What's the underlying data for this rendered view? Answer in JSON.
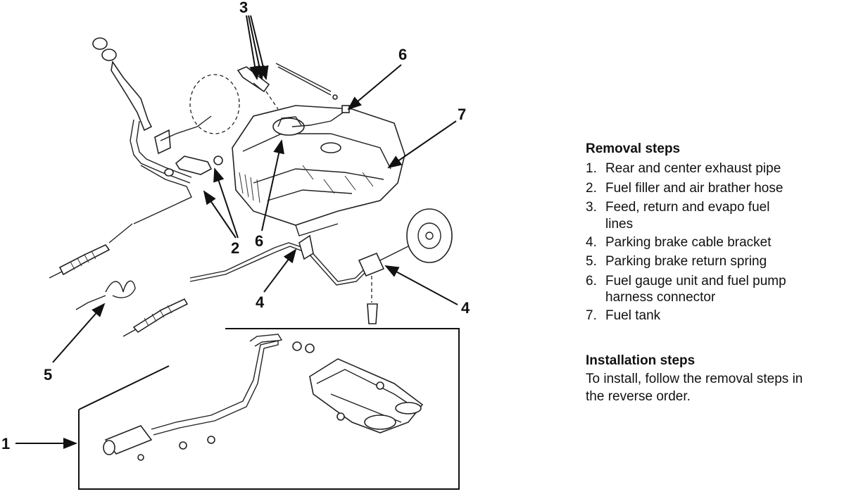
{
  "callouts": {
    "c1": "1",
    "c2": "2",
    "c3": "3",
    "c4a": "4",
    "c4b": "4",
    "c5": "5",
    "c6a": "6",
    "c6b": "6",
    "c7": "7"
  },
  "removal": {
    "heading": "Removal steps",
    "steps": [
      {
        "num": "1.",
        "text": "Rear and center exhaust pipe"
      },
      {
        "num": "2.",
        "text": "Fuel filler and air brather hose"
      },
      {
        "num": "3.",
        "text": "Feed, return and evapo fuel",
        "text2": "lines"
      },
      {
        "num": "4.",
        "text": "Parking brake cable bracket"
      },
      {
        "num": "5.",
        "text": "Parking brake return spring"
      },
      {
        "num": "6.",
        "text": "Fuel gauge unit and fuel pump",
        "text2": "harness connector"
      },
      {
        "num": "7.",
        "text": "Fuel tank"
      }
    ]
  },
  "installation": {
    "heading": "Installation steps",
    "text": "To install, follow the removal steps in the reverse order."
  }
}
